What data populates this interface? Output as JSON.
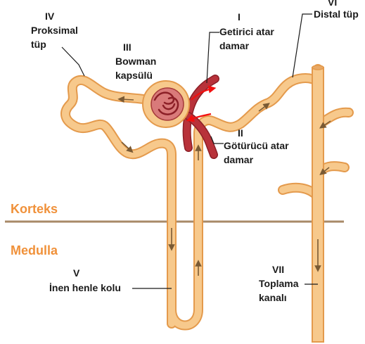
{
  "colors": {
    "tubule_fill": "#f7c98c",
    "tubule_edge": "#e49a4c",
    "vessel": "#b8323a",
    "vessel_edge": "#8c1f27",
    "flow_arrow": "#f20f0f",
    "direction_arrow": "#7a5a34",
    "boundary": "#a88a68",
    "zone_text": "#f0913a",
    "label_text": "#1a1a1a"
  },
  "zones": {
    "cortex": "Korteks",
    "medulla": "Medulla"
  },
  "labels": {
    "afferent": {
      "numeral": "I",
      "line1": "Getirici atar",
      "line2": "damar"
    },
    "efferent": {
      "numeral": "II",
      "line1": "Götürücü atar",
      "line2": "damar"
    },
    "bowman": {
      "numeral": "III",
      "line1": "Bowman",
      "line2": "kapsülü"
    },
    "proximal": {
      "numeral": "IV",
      "line1": "Proksimal",
      "line2": "tüp"
    },
    "henle_desc": {
      "numeral": "V",
      "line1": "İnen henle kolu"
    },
    "distal": {
      "numeral": "VI",
      "line1": "Distal tüp"
    },
    "collecting": {
      "numeral": "VII",
      "line1": "Toplama",
      "line2": "kanalı"
    }
  },
  "icons": {
    "direction": "flow-direction-arrow-icon",
    "blood_flow": "blood-flow-arrow-icon"
  }
}
